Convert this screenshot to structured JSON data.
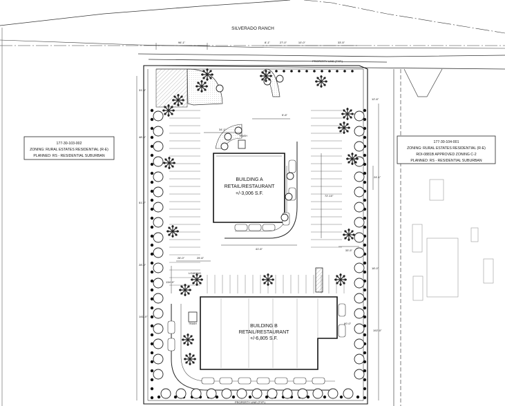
{
  "road": {
    "name": "SILVERADO RANCH"
  },
  "property_line_top": "PROPERTY LINE (TYP.)",
  "property_line_bottom": "PROPERTY LINE (TYP.)",
  "parcel_left": {
    "apn": "177-30-103-002",
    "zoning": "ZONING: RURAL ESTATES RESIDENTIAL (R-E)",
    "planned": "PLANNED: RS - RESIDENTIAL SUBURBAN"
  },
  "parcel_right": {
    "apn": "177-30-104-001",
    "zoning": "ZONING: RURAL ESTATES RESIDENTIAL (R-E)",
    "approved": "ROI-0881B APPROVED ZONING C-2",
    "planned": "PLANNED: RS - RESIDENTIAL SUBURBAN"
  },
  "building_a": {
    "name": "BUILDING A",
    "use": "RETAIL/RESTAURANT",
    "area": "+/-3,006 S.F."
  },
  "building_b": {
    "name": "BUILDING B",
    "use": "RETAIL/RESTAURANT",
    "area": "+/-6,805 S.F."
  },
  "dims": {
    "top_left": "96'-1\"",
    "top_mid_a": "8'-1\"",
    "top_mid_b": "27'-0\"",
    "top_mid_c": "10'-0\"",
    "top_right": "33'-5\"",
    "bldg_a_top": "34'-1\"",
    "bldg_a_side": "5'-6\"",
    "bldg_a_right": "72'-10\"",
    "bldg_a_bottom": "41'-6\"",
    "bldg_a_drive": "33'-5\"",
    "left_side_a": "31'-3\"",
    "left_side_b": "48'-5\"",
    "left_side_c": "51'-7\"",
    "left_side_d": "141'-0\"",
    "left_side_e": "28'-0\"",
    "right_side_a": "12'-6\"",
    "right_side_b": "24'-1\"",
    "right_side_c": "18'-0\"",
    "right_side_d": "192'-0\"",
    "bldg_b_top_a": "26'-0\"",
    "bldg_b_top_b": "25'-6\"",
    "bldg_b_left": "134'-0\"",
    "bldg_b_right": "60'-0\""
  },
  "small_labels": {
    "load": "LOADING",
    "trash_a": "TRASH",
    "trash_b": "TRASH"
  }
}
